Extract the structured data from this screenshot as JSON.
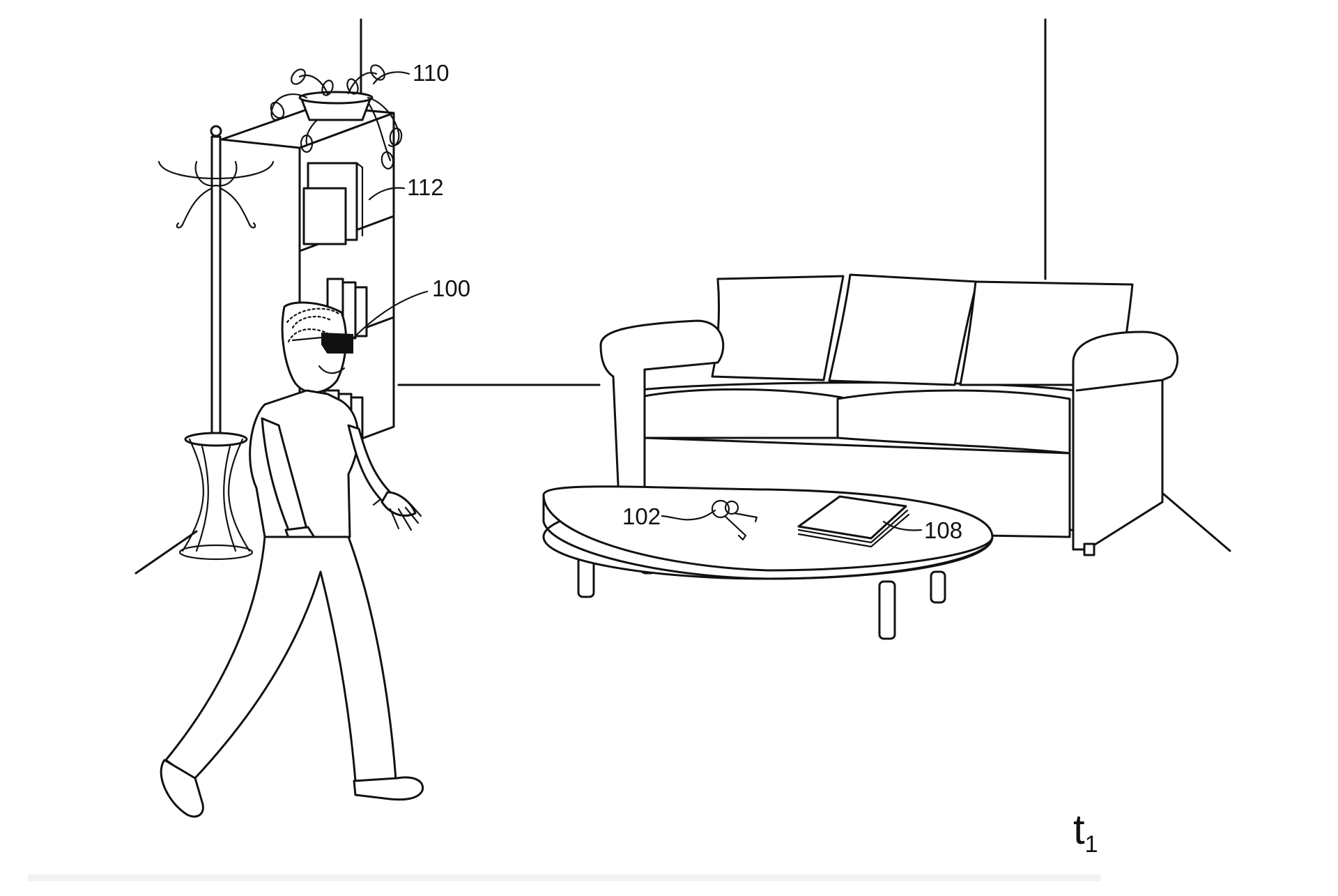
{
  "figure": {
    "labels": {
      "plant": "110",
      "books": "112",
      "headset": "100",
      "keys": "102",
      "magazine": "108"
    },
    "time_marker": {
      "symbol": "t",
      "subscript": "1"
    },
    "line_color": "#111111",
    "background": "#ffffff"
  }
}
